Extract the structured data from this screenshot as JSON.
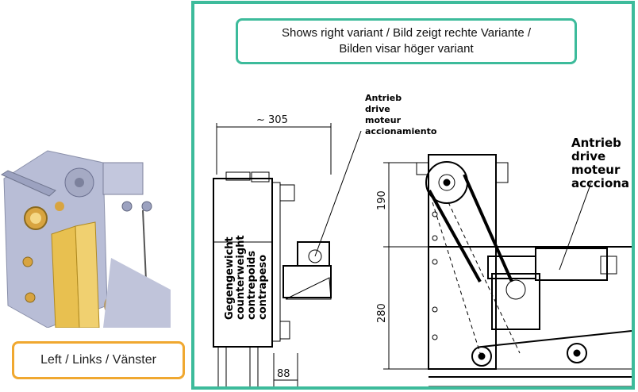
{
  "left_panel": {
    "label": "Left / Links / Vänster"
  },
  "right_panel": {
    "caption_line1": "Shows right variant / Bild zeigt rechte Variante /",
    "caption_line2": "Bilden visar höger variant"
  },
  "drawing": {
    "dim_top": "~ 305",
    "dim_bottom": "88",
    "dim_upper_vertical": "190",
    "dim_lower_vertical": "280",
    "drive_label_small": [
      "Antrieb",
      "drive",
      "moteur",
      "accionamiento"
    ],
    "drive_label_large": [
      "Antrieb",
      "drive",
      "moteur",
      "accciona"
    ],
    "counterweight_label": [
      "Gegengewicht",
      "counterweight",
      "contrepoids",
      "contrapeso"
    ]
  },
  "colors": {
    "frame_accent": "#3dbb9b",
    "left_label_border": "#f0a830",
    "gold_profile": "#e8c050"
  }
}
